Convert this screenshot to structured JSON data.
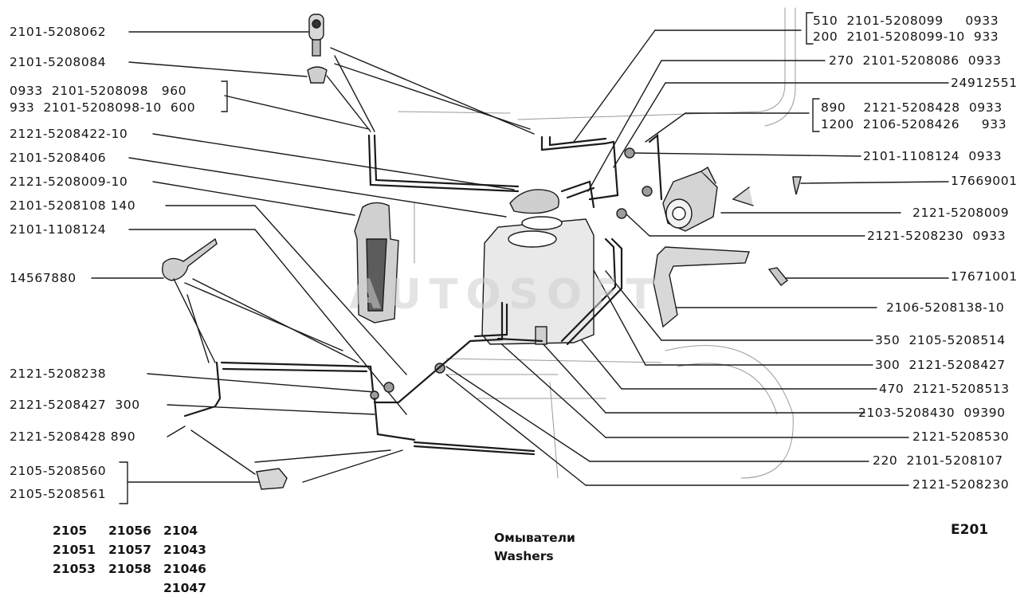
{
  "left_labels": [
    {
      "id": "l1",
      "text": "2101-5208062"
    },
    {
      "id": "l2",
      "text": "2101-5208084"
    },
    {
      "id": "l3",
      "text": "0933  2101-5208098   960"
    },
    {
      "id": "l4",
      "text": "933  2101-5208098-10  600"
    },
    {
      "id": "l5",
      "text": "2121-5208422-10"
    },
    {
      "id": "l6",
      "text": "2101-5208406"
    },
    {
      "id": "l7",
      "text": "2121-5208009-10"
    },
    {
      "id": "l8",
      "text": "2101-5208108 140"
    },
    {
      "id": "l9",
      "text": "2101-1108124"
    },
    {
      "id": "l10",
      "text": "14567880"
    },
    {
      "id": "l11",
      "text": "2121-5208238"
    },
    {
      "id": "l12",
      "text": "2121-5208427  300"
    },
    {
      "id": "l13",
      "text": "2121-5208428 890"
    },
    {
      "id": "l14",
      "text": "2105-5208560"
    },
    {
      "id": "l15",
      "text": "2105-5208561"
    }
  ],
  "right_labels": [
    {
      "id": "r1",
      "text": "510  2101-5208099     0933"
    },
    {
      "id": "r2",
      "text": "200  2101-5208099-10  933"
    },
    {
      "id": "r3",
      "text": "270  2101-5208086  0933"
    },
    {
      "id": "r4",
      "text": "24912551"
    },
    {
      "id": "r5",
      "text": "890    2121-5208428  0933"
    },
    {
      "id": "r6",
      "text": "1200  2106-5208426     933"
    },
    {
      "id": "r7",
      "text": "2101-1108124  0933"
    },
    {
      "id": "r8",
      "text": "17669001"
    },
    {
      "id": "r9",
      "text": "2121-5208009"
    },
    {
      "id": "r10",
      "text": "2121-5208230  0933"
    },
    {
      "id": "r11",
      "text": "17671001"
    },
    {
      "id": "r12",
      "text": "2106-5208138-10"
    },
    {
      "id": "r13",
      "text": "350  2105-5208514"
    },
    {
      "id": "r14",
      "text": "300  2121-5208427"
    },
    {
      "id": "r15",
      "text": "470  2121-5208513"
    },
    {
      "id": "r16",
      "text": "2103-5208430  09390"
    },
    {
      "id": "r17",
      "text": "2121-5208530"
    },
    {
      "id": "r18",
      "text": "220  2101-5208107"
    },
    {
      "id": "r19",
      "text": "2121-5208230"
    }
  ],
  "models": {
    "col1": [
      "2105",
      "21051",
      "21053"
    ],
    "col2": [
      "21056",
      "21057",
      "21058"
    ],
    "col3": [
      "2104",
      "21043",
      "21046",
      "21047"
    ]
  },
  "caption": {
    "ru": "Омыватели",
    "en": "Washers"
  },
  "page_code": "E201",
  "watermark": "AUTOSOFT"
}
